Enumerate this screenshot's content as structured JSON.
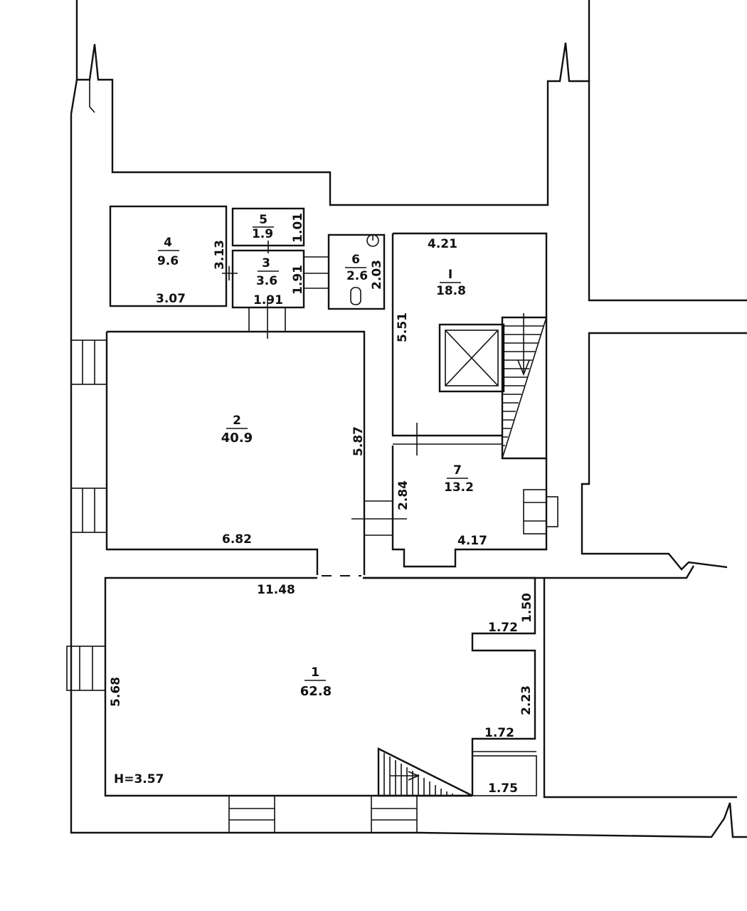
{
  "rooms": [
    {
      "id": "1",
      "area": "62.8"
    },
    {
      "id": "2",
      "area": "40.9"
    },
    {
      "id": "3",
      "area": "3.6"
    },
    {
      "id": "4",
      "area": "9.6"
    },
    {
      "id": "5",
      "area": "1.9"
    },
    {
      "id": "6",
      "area": "2.6"
    },
    {
      "id": "7",
      "area": "13.2"
    },
    {
      "id": "I",
      "area": "18.8"
    }
  ],
  "dimensions": {
    "r4_height": "3.13",
    "r4_width": "3.07",
    "r5_height": "1.01",
    "r3_height": "1.91",
    "r3_width": "1.91",
    "r6_height": "2.03",
    "rI_width": "4.21",
    "rI_height": "5.51",
    "r2_height": "5.87",
    "r2_width": "6.82",
    "r7_height": "2.84",
    "r7_width": "4.17",
    "r1_width": "11.48",
    "r1_height": "5.68",
    "r1_d1": "1.50",
    "r1_d2": "1.72",
    "r1_d3": "2.23",
    "r1_d4": "1.72",
    "r1_d5": "1.75"
  },
  "ceiling_height": "H=3.57"
}
